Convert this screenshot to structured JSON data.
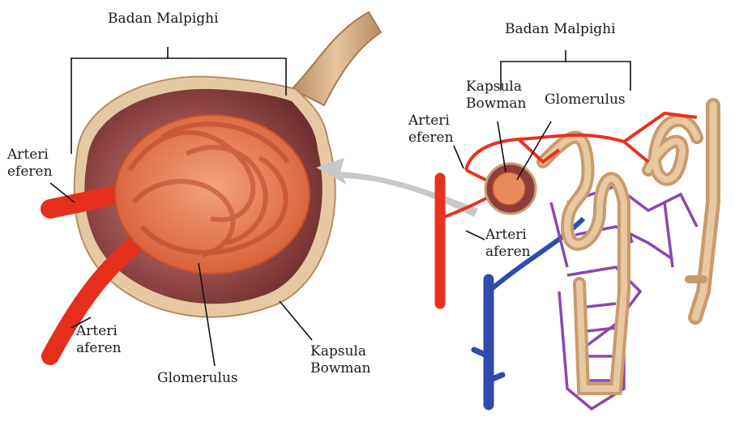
{
  "left_panel": {
    "badan_malpighi": "Badan Malpighi",
    "arteri_eferen": [
      "Arteri",
      "eferen"
    ],
    "arteri_aferen": [
      "Arteri",
      "aferen"
    ],
    "glomerulus": "Glomerulus",
    "kapsula_bowman": [
      "Kapsula",
      "Bowman"
    ]
  },
  "right_panel": {
    "badan_malpighi": "Badan Malpighi",
    "kapsula_bowman": [
      "Kapsula",
      "Bowman"
    ],
    "glomerulus": "Glomerulus",
    "arteri_eferen": [
      "Arteri",
      "eferen"
    ],
    "arteri_aferen": [
      "Arteri",
      "aferen"
    ]
  },
  "colors": {
    "artery": "#e8321e",
    "vein": "#2b4aa8",
    "capillary_purple": "#7b3f9e",
    "tubule": "#d9b48a",
    "capsule_inner": "#8a3c3c",
    "glomerulus": "#e98a5a",
    "arrow": "#c8c8c8"
  }
}
